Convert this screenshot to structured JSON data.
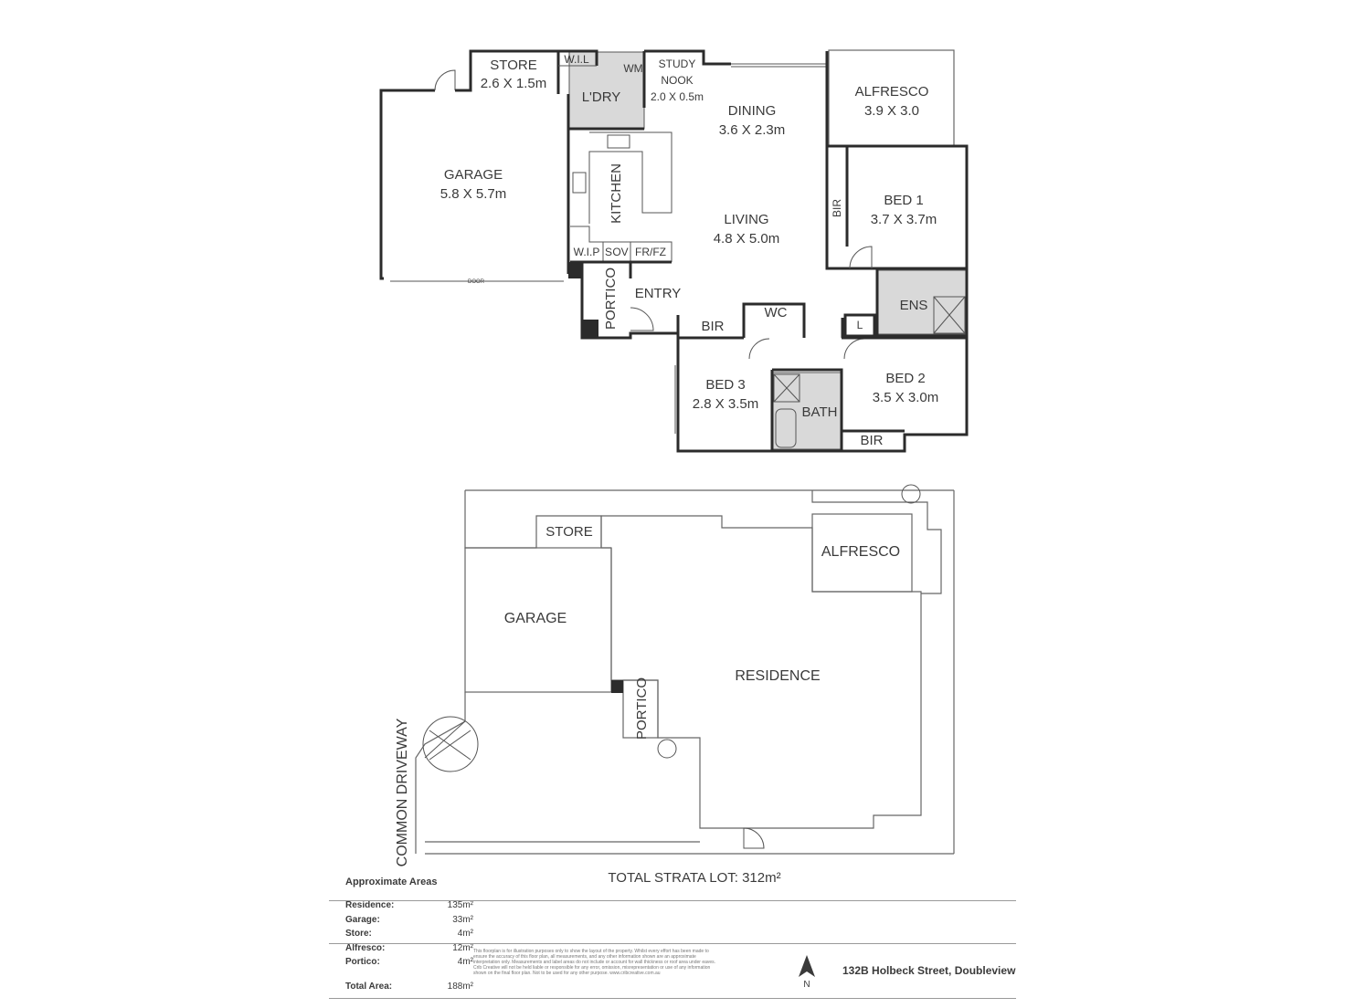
{
  "floorplan": {
    "rooms": {
      "store": {
        "name": "STORE",
        "size": "2.6 X 1.5m"
      },
      "wil": {
        "name": "W.I.L"
      },
      "wm": {
        "name": "WM"
      },
      "laundry": {
        "name": "L'DRY"
      },
      "study": {
        "name_1": "STUDY",
        "name_2": "NOOK",
        "size": "2.0 X 0.5m"
      },
      "dining": {
        "name": "DINING",
        "size": "3.6 X 2.3m"
      },
      "alfresco": {
        "name": "ALFRESCO",
        "size": "3.9 X 3.0"
      },
      "garage": {
        "name": "GARAGE",
        "size": "5.8 X 5.7m"
      },
      "kitchen": {
        "name": "KITCHEN"
      },
      "living": {
        "name": "LIVING",
        "size": "4.8 X 5.0m"
      },
      "bir_bed1": {
        "name": "BIR"
      },
      "bed1": {
        "name": "BED 1",
        "size": "3.7 X 3.7m"
      },
      "wip": {
        "name": "W.I.P"
      },
      "s": {
        "name": "S"
      },
      "ov": {
        "name": "OV"
      },
      "frfz": {
        "name": "FR/FZ"
      },
      "door": {
        "name": "DOOR"
      },
      "portico": {
        "name": "PORTICO"
      },
      "entry": {
        "name": "ENTRY"
      },
      "ens": {
        "name": "ENS"
      },
      "bir_hall": {
        "name": "BIR"
      },
      "wc": {
        "name": "WC"
      },
      "linen": {
        "name": "L"
      },
      "bed3": {
        "name": "BED 3",
        "size": "2.8 X 3.5m"
      },
      "bath": {
        "name": "BATH"
      },
      "bed2": {
        "name": "BED 2",
        "size": "3.5 X 3.0m"
      },
      "bir_bed2": {
        "name": "BIR"
      }
    }
  },
  "siteplan": {
    "store": "STORE",
    "alfresco": "ALFRESCO",
    "garage": "GARAGE",
    "residence": "RESIDENCE",
    "portico": "PORTICO",
    "driveway": "COMMON DRIVEWAY",
    "total_strata": "TOTAL STRATA LOT: 312m²"
  },
  "areas": {
    "title": "Approximate Areas",
    "rows": [
      {
        "label": "Residence:",
        "value": "135m²"
      },
      {
        "label": "Garage:",
        "value": "33m²"
      },
      {
        "label": "Store:",
        "value": "4m²"
      },
      {
        "label": "Alfresco:",
        "value": "12m²"
      },
      {
        "label": "Portico:",
        "value": "4m²"
      }
    ],
    "total": {
      "label": "Total Area:",
      "value": "188m²"
    }
  },
  "footer": {
    "disclaimer": "This floorplan is for illustration purposes only to show the layout of the property. Whilst every effort has been made to ensure the accuracy of this floor plan, all measurements, and any other information shown are an approximate interpretation only. Measurements and label areas do not include or account for wall thickness or roof area under eaves. Crib Creative will not be held liable or responsible for any error, omission, misrepresentation or use of any information shown on the final floor plan. Not to be used for any other purpose. www.cribcreative.com.au",
    "address": "132B Holbeck Street, Doubleview",
    "north": "N"
  },
  "colors": {
    "wall": "#2b2b2b",
    "wet_area": "#d9d9d9",
    "text": "#3a3a3a"
  }
}
